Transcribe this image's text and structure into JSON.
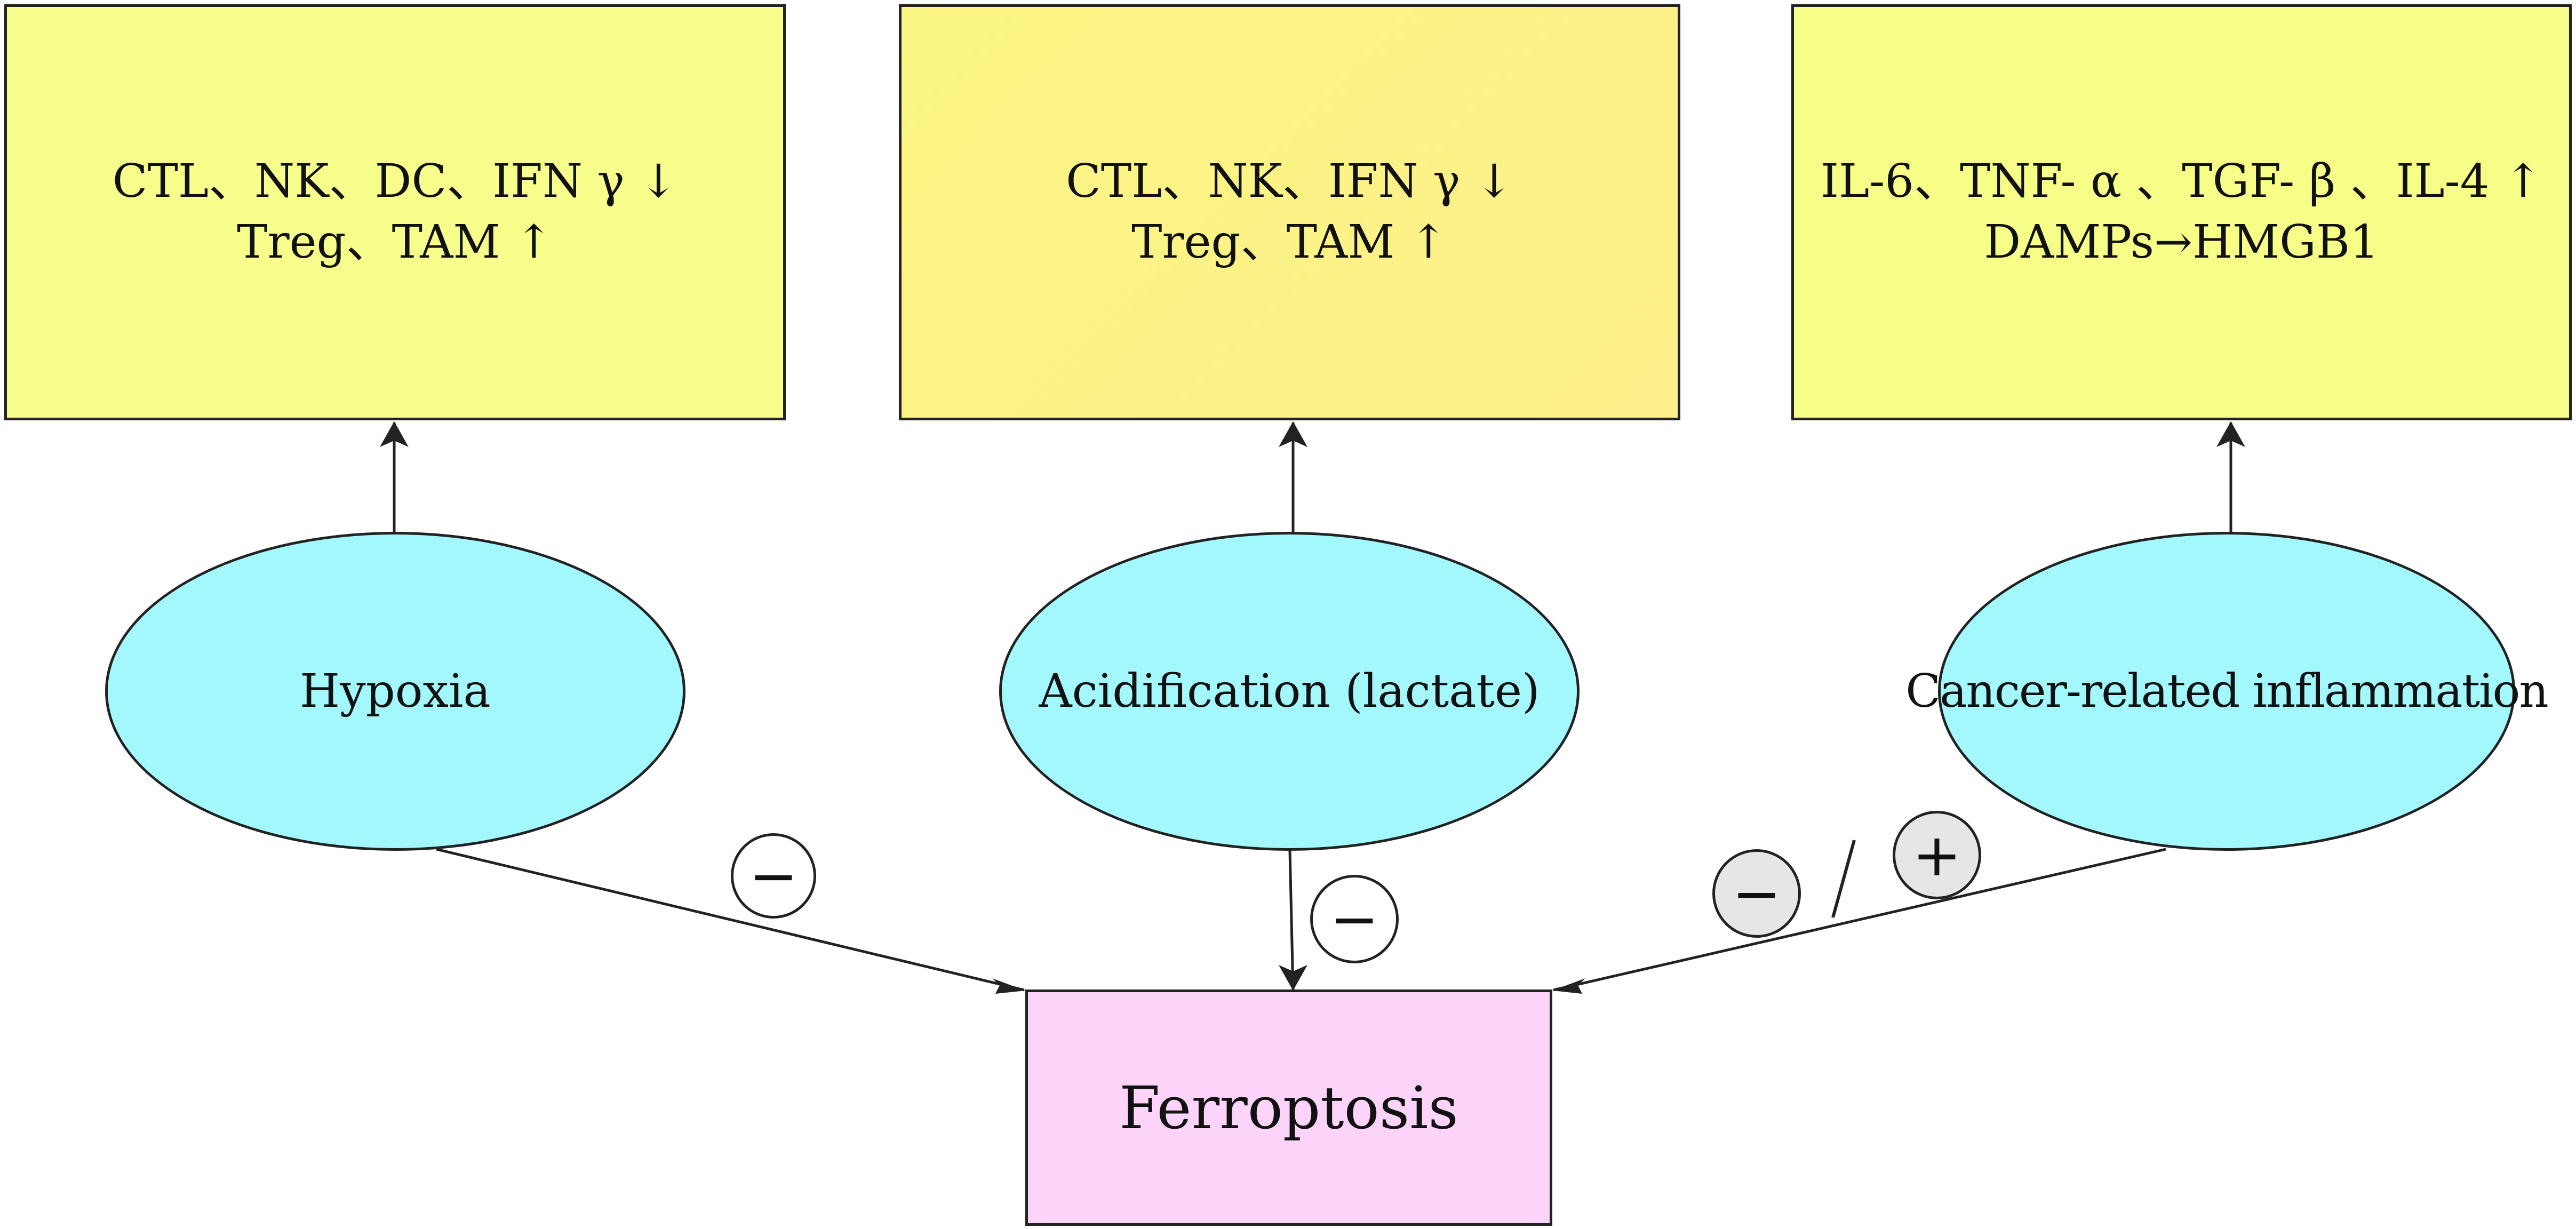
{
  "boxes": {
    "hypoxia_effects": {
      "line1": "CTL、NK、DC、IFN γ ↓",
      "line2": "Treg、TAM ↑"
    },
    "acidification_effects": {
      "line1": "CTL、NK、IFN γ ↓",
      "line2": "Treg、TAM ↑"
    },
    "inflammation_effects": {
      "line1": "IL-6、TNF- α 、TGF- β 、IL-4 ↑",
      "line2": "DAMPs→HMGB1"
    }
  },
  "nodes": {
    "hypoxia": "Hypoxia",
    "acidification": "Acidification (lactate)",
    "inflammation": "Cancer-related inflammation",
    "ferroptosis": "Ferroptosis"
  },
  "badges": {
    "hypoxia_to_ferroptosis": "−",
    "acidification_to_ferroptosis": "−",
    "inflammation_minus": "−",
    "separator": "/",
    "inflammation_plus": "+"
  },
  "colors": {
    "top_box_fill": "#f7fe8c",
    "ellipse_fill": "#a2f8fc",
    "ferroptosis_fill": "#fcd4f9",
    "outline": "#222222",
    "grey_badge": "#e6e6e6"
  }
}
